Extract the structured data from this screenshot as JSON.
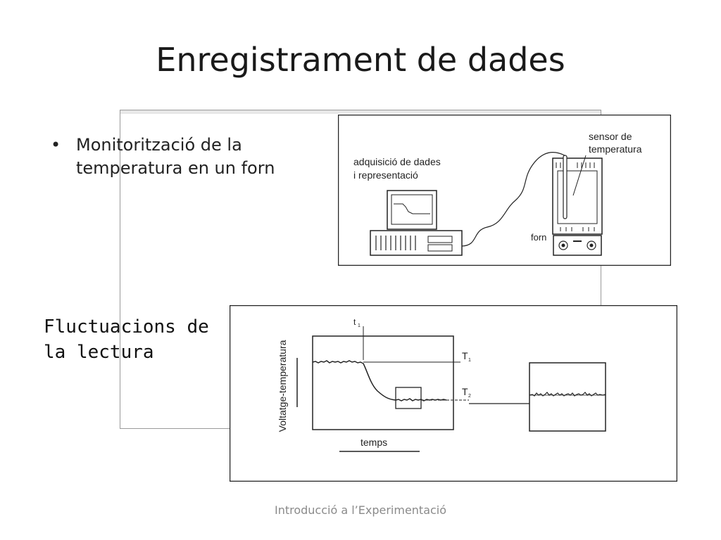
{
  "slide": {
    "title": "Enregistrament de dades",
    "bullet": "Monitorització de la temperatura en un forn",
    "bullet_marker": "•",
    "fluctuations_label": "Fluctuacions de la lectura",
    "footer": "Introducció a l’Experimentació"
  },
  "setup_diagram": {
    "acquisition_label_1": "adquisició de dades",
    "acquisition_label_2": "i representació",
    "sensor_label_1": "sensor de",
    "sensor_label_2": "temperatura",
    "oven_label": "forn"
  },
  "signal_plot": {
    "y_label": "Voltatge-temperatura",
    "x_label": "temps",
    "t1_label": "t",
    "t1_sub": "1",
    "T1_label": "T",
    "T1_sub": "1",
    "T2_label": "T",
    "T2_sub": "2"
  }
}
